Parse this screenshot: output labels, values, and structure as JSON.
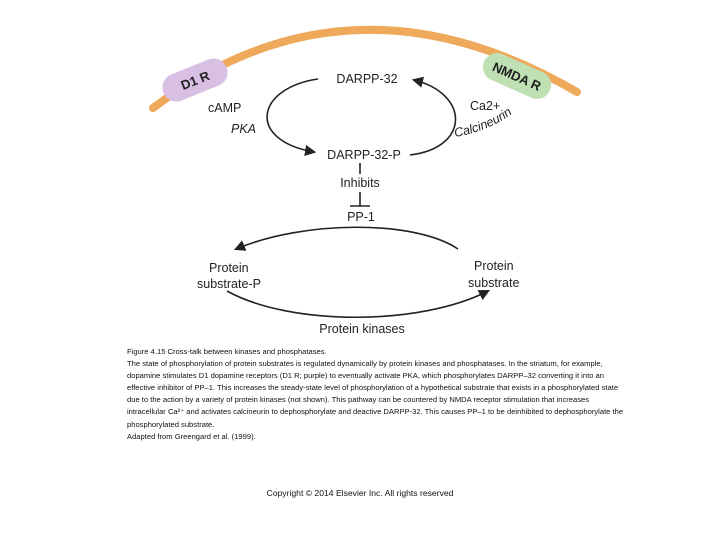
{
  "diagram": {
    "receptor_left": "D1 R",
    "receptor_right": "NMDA R",
    "node_top": "DARPP-32",
    "node_bottom": "DARPP-32-P",
    "left_camp": "cAMP",
    "left_pka": "PKA",
    "right_ca": "Ca2+",
    "right_calcineurin": "Calcineurin",
    "inhibits": "Inhibits",
    "pp1": "PP-1",
    "protein_substrate_p_line1": "Protein",
    "protein_substrate_p_line2": "substrate-P",
    "protein_substrate_line1": "Protein",
    "protein_substrate_line2": "substrate",
    "protein_kinases": "Protein kinases"
  },
  "colors": {
    "membrane": "#efa95a",
    "d1_receptor": "#d9bfe4",
    "nmda_receptor": "#bfe0b3",
    "arrow": "#222222"
  },
  "caption": {
    "title": "Figure 4.15 Cross-talk between kinases and phosphatases.",
    "body": "The state of phosphorylation of protein substrates is regulated dynamically by protein kinases and phosphatases. In the striatum, for example, dopamine stimulates D1 dopamine receptors (D1 R; purple) to eventually activate PKA, which phosphorylates DARPP–32 converting it into an effective inhibitor of PP–1. This increases the steady-state level of phosphorylation of a hypothetical substrate that exists in a phosphorylated state due to the action by a variety of protein kinases (not shown). This pathway can be countered by NMDA receptor stimulation that increases intracellular Ca²⁺ and activates calcineurin to dephosphorylate and deactive DARPP-32. This causes PP–1 to be deinhibited to dephosphorylate the phosphorylated substrate.",
    "source": "Adapted from Greengard et al. (1999)."
  },
  "copyright": "Copyright © 2014 Elsevier Inc. All rights reserved"
}
